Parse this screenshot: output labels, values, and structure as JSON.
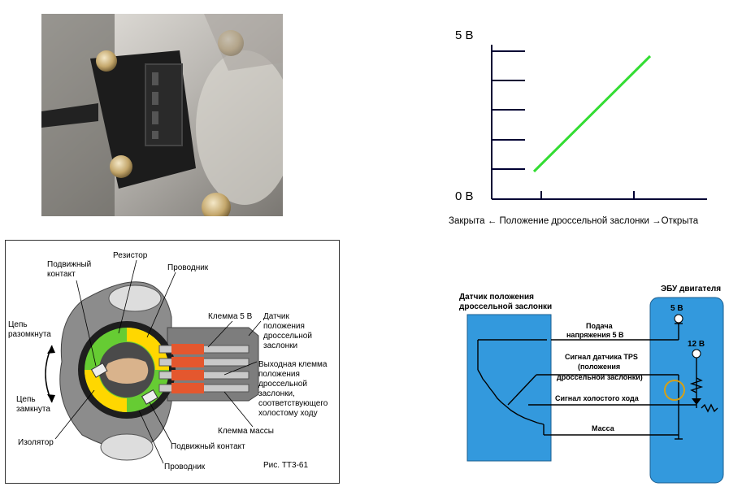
{
  "photo": {
    "alt": ""
  },
  "graph": {
    "y_top": "5 В",
    "y_bottom": "0 В",
    "x_caption": "Закрыта ←  Положение дроссельной заслонки →Открыта",
    "line_color": "#33dd33"
  },
  "sensor": {
    "labels": {
      "resistor": "Резистор",
      "moving_contact_1": "Подвижный",
      "moving_contact_2": "контакт",
      "conductor_top": "Проводник",
      "circuit_open_1": "Цепь",
      "circuit_open_2": "разомкнута",
      "circuit_closed_1": "Цепь",
      "circuit_closed_2": "замкнута",
      "terminal_5v": "Клемма 5 В",
      "tps_1": "Датчик",
      "tps_2": "положения",
      "tps_3": "дроссельной",
      "tps_4": "заслонки",
      "out_1": "Выходная клемма",
      "out_2": "положения",
      "out_3": "дроссельной",
      "out_4": "заслонки,",
      "out_5": "соответствующего",
      "out_6": "холостому ходу",
      "ground_terminal": "Клемма массы",
      "insulator": "Изолятор",
      "moving_contact_bottom": "Подвижный контакт",
      "conductor_bottom": "Проводник",
      "figure": "Рис. ТТ3-61"
    }
  },
  "circuit": {
    "sensor_title_1": "Датчик положения",
    "sensor_title_2": "дроссельной заслонки",
    "ecu_title": "ЭБУ двигателя",
    "v5": "5 В",
    "v12": "12 В",
    "supply_1": "Подача",
    "supply_2": "напряжения 5 В",
    "tps_1": "Сигнал датчика TPS",
    "tps_2": "(положения",
    "tps_3": "дроссельной заслонки)",
    "idle": "Сигнал холостого хода",
    "ground": "Масса",
    "block_color": "#3399dd"
  }
}
